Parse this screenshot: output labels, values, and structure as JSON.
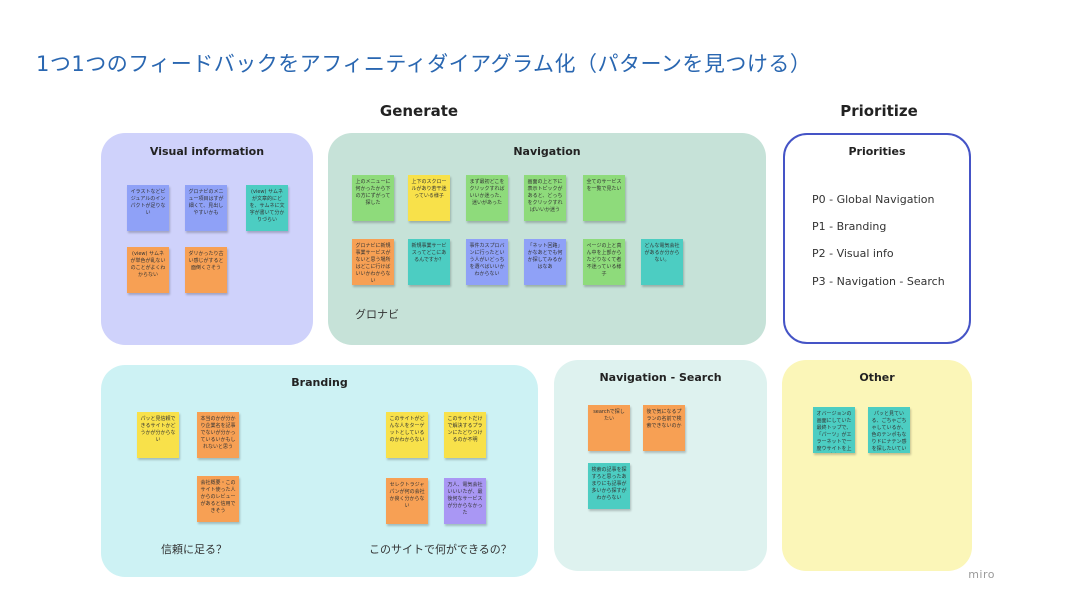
{
  "page_title": "1つ1つのフィードバックをアフィニティダイアグラム化（パターンを見つける）",
  "sections": {
    "generate": "Generate",
    "prioritize": "Prioritize"
  },
  "colors": {
    "title": "#2a67b1",
    "visual_bg": "#cfd2fb",
    "navigation_bg": "#c6e2d8",
    "branding_bg": "#cdf2f4",
    "navsearch_bg": "#def2ef",
    "priorities_border": "#4554c6",
    "other_bg": "#fbf6b8",
    "note_blue": "#8fa1f7",
    "note_yellow": "#f8e14a",
    "note_orange": "#f7a054",
    "note_teal": "#4ccdc2",
    "note_green": "#8edb7b",
    "note_purple": "#a997f4"
  },
  "clusters": {
    "visual": {
      "title": "Visual information",
      "notes": [
        {
          "text": "イラストなどビジュアルのインパクトが足りない",
          "color": "blue"
        },
        {
          "text": "グロナビのメニュー項目はすが細くて、見出しやすいかも",
          "color": "blue"
        },
        {
          "text": "(view) サムネが文章的にどを、サムネに文字が書いて分かりづらい",
          "color": "teal"
        },
        {
          "text": "(view) サムネが単色が乱ないのことがよくわからない",
          "color": "orange"
        },
        {
          "text": "ダリかったり古い感じがすると面倒くさそう",
          "color": "orange"
        }
      ]
    },
    "navigation": {
      "title": "Navigation",
      "caption": "グロナビ",
      "notes": [
        {
          "text": "上のメニューに何かったから下の方にずがって探した",
          "color": "green"
        },
        {
          "text": "上下のスクロールがあり若干迷っている様子",
          "color": "yellow"
        },
        {
          "text": "まず最初どこをクリックすればいいか迷った、迷いがあった",
          "color": "green"
        },
        {
          "text": "画面の上と下に表示トピックがあると、どっちをクリックすればいいか迷う",
          "color": "green"
        },
        {
          "text": "全てのサービスを一覧で見たい",
          "color": "green"
        },
        {
          "text": "グロナビに新規事業サービスがないと思う場所はどこに行けばいいかわからない",
          "color": "orange"
        },
        {
          "text": "新規事業サービスってどこにあるんですか？",
          "color": "teal"
        },
        {
          "text": "事件カスプロバンに行ったという人がいどっちを選べばいいかわからない",
          "color": "blue"
        },
        {
          "text": "「ネット回路」かなあとでも何か探してみるかはなあ",
          "color": "blue"
        },
        {
          "text": "ページの上と真ん中を上部からたどりなくて者不迷っている様子",
          "color": "green"
        },
        {
          "text": "どんな電気会社があるか分からない。",
          "color": "teal"
        }
      ]
    },
    "priorities": {
      "title": "Priorities",
      "items": [
        "P0 - Global Navigation",
        "P1 - Branding",
        "P2 - Visual info",
        "P3 - Navigation - Search"
      ]
    },
    "branding": {
      "title": "Branding",
      "caption_left": "信頼に足る？",
      "caption_right": "このサイトで何ができるの？",
      "notes": [
        {
          "text": "パッと見信頼できるサイトかどうかが分からない",
          "color": "yellow"
        },
        {
          "text": "本当のかが分かり企業名を記事でないが分かっているいかもしれないと思う",
          "color": "orange"
        },
        {
          "text": "会社概要・このサイト使った人からのレビューがあると信用できそう",
          "color": "orange"
        },
        {
          "text": "このサイトがどんな人をターゲットとしているのかわからない",
          "color": "yellow"
        },
        {
          "text": "このサイトだけで解決するプランにたどりつけるのか不明",
          "color": "yellow"
        },
        {
          "text": "セレクトラジャパンが何の会社か良く分からない",
          "color": "orange"
        },
        {
          "text": "万人、電気会社いいいたが、最後何なサービスが分からなかった",
          "color": "purple"
        }
      ]
    },
    "navsearch": {
      "title": "Navigation - Search",
      "notes": [
        {
          "text": "searchで探したい",
          "color": "orange"
        },
        {
          "text": "後で気になるプランの名前で検索できないのか",
          "color": "orange"
        },
        {
          "text": "検索の記事を探すろと思ったあまりにも記事が多いから探すがわからない",
          "color": "teal"
        }
      ]
    },
    "other": {
      "title": "Other",
      "notes": [
        {
          "text": "オバージョンの画面にしていた最終トップで、「パーツ」がエラーネットで一度ウサイトを上に戻りた",
          "color": "teal"
        },
        {
          "text": "パッと見ている、ごちゃごちゃしているか、色のテンポもなりドにナテン感を探したいていな",
          "color": "teal"
        }
      ]
    }
  },
  "watermark": "miro"
}
